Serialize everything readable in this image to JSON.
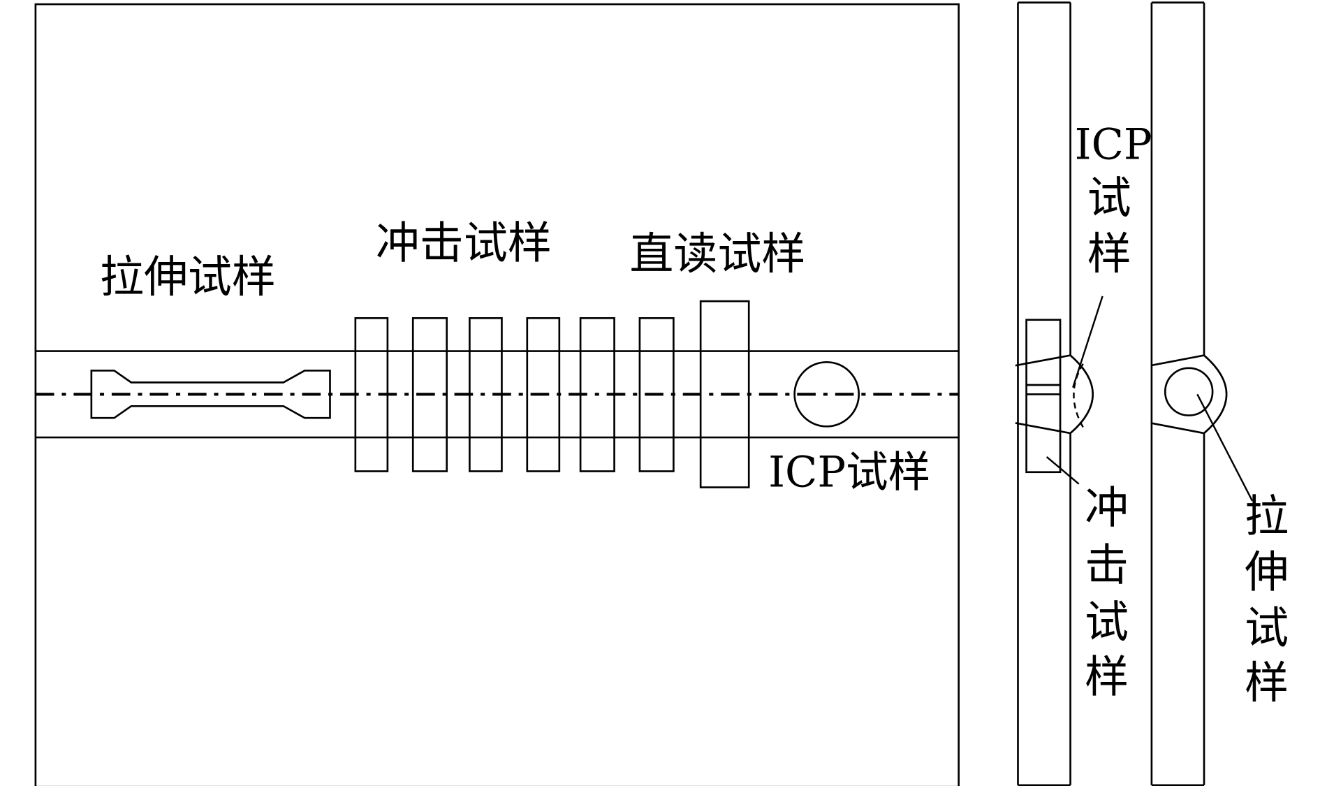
{
  "labels": {
    "tensile": "拉伸试样",
    "impact": "冲击试样",
    "direct_read": "直读试样",
    "icp": "ICP试样"
  },
  "side_view_1": {
    "icp_lines": [
      "ICP",
      "试",
      "样"
    ],
    "impact_chars": [
      "冲",
      "击",
      "试",
      "样"
    ]
  },
  "side_view_2": {
    "tensile_chars": [
      "拉",
      "伸",
      "试",
      "样"
    ]
  }
}
